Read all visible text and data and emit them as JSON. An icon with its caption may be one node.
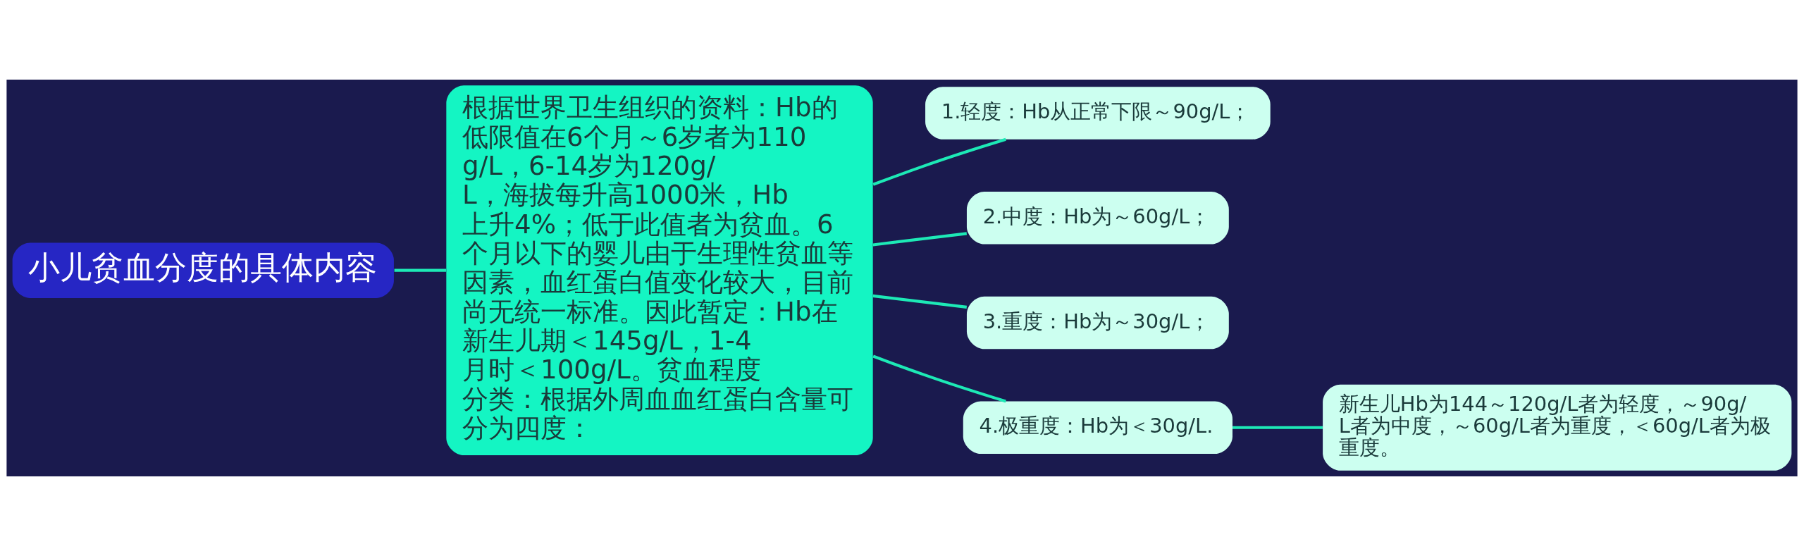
{
  "diagram": {
    "nodes": [
      {
        "text": [
          "小儿贫血分度的具体内容"
        ]
      },
      {
        "text": [
          "根据世界卫生组织的资料：Hb的低限值在6个月～6岁者为110g/L，6-14岁为120g/L，海拔每升高1000米，Hb上升4%；低于此值者为贫血。6个月以下的婴儿由于生理性贫血等因素，血红蛋白值变化较大，目前尚无统一标准。因此暂定：Hb在新生儿期＜145g/L，1-4 月时＜100g/L。贫血程度分类：根据外周血血红蛋白含量可分为四度："
        ]
      },
      {
        "text": [
          "1.轻度：Hb从正常下限～90g/L；"
        ]
      },
      {
        "text": [
          "2.中度：Hb为～60g/L；"
        ]
      },
      {
        "text": [
          "3.重度：Hb为～30g/L；"
        ]
      },
      {
        "text": [
          "4.极重度：Hb为＜30g/L."
        ]
      },
      {
        "text": [
          "新生儿Hb为144～120g/L者为轻度，～90g/L者为中度，～60g/L者为重度，＜60g/L者为极重度。"
        ]
      }
    ],
    "edges": [
      {
        "from": 0,
        "to": 1,
        "arrow": "none"
      },
      {
        "from": 1,
        "to": 2,
        "arrow": "none"
      },
      {
        "from": 1,
        "to": 3,
        "arrow": "none"
      },
      {
        "from": 1,
        "to": 4,
        "arrow": "none"
      },
      {
        "from": 1,
        "to": 5,
        "arrow": "none"
      },
      {
        "from": 5,
        "to": 6,
        "arrow": "none"
      }
    ]
  }
}
